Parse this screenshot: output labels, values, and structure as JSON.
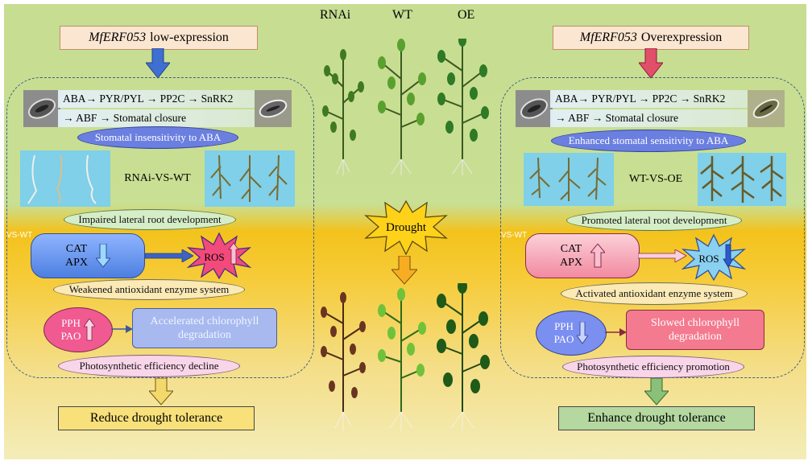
{
  "columns": {
    "rnai": "RNAi",
    "wt": "WT",
    "oe": "OE"
  },
  "drought": "Drought",
  "left": {
    "title_gene": "MfERF053",
    "title_rest": "low-expression",
    "pathway_line1": "ABA→ PYR/PYL → PP2C → SnRK2",
    "pathway_line2": "→ ABF → Stomatal closure",
    "stomatal": "Stomatal insensitivity to ABA",
    "root_compare": "RNAi-VS-WT",
    "root": "Impaired lateral root development",
    "vs_tag": "VS-WT",
    "enzyme_line1": "CAT",
    "enzyme_line2": "APX",
    "ros": "ROS",
    "antioxidant": "Weakened antioxidant enzyme system",
    "pph": "PPH",
    "pao": "PAO",
    "chlorophyll": "Accelerated chlorophyll degradation",
    "photo": "Photosynthetic efficiency decline",
    "result": "Reduce drought tolerance"
  },
  "right": {
    "title_gene": "MfERF053",
    "title_rest": "Overexpression",
    "pathway_line1": "ABA→ PYR/PYL → PP2C → SnRK2",
    "pathway_line2": "→ ABF → Stomatal closure",
    "stomatal": "Enhanced stomatal sensitivity to ABA",
    "root_compare": "WT-VS-OE",
    "root": "Promoted lateral root development",
    "vs_tag": "VS-WT",
    "enzyme_line1": "CAT",
    "enzyme_line2": "APX",
    "ros": "ROS",
    "antioxidant": "Activated antioxidant enzyme system",
    "pph": "PPH",
    "pao": "PAO",
    "chlorophyll": "Slowed chlorophyll degradation",
    "photo": "Photosynthetic efficiency promotion",
    "result": "Enhance drought tolerance"
  },
  "colors": {
    "accent_blue": "#6b7fe0",
    "result_left": "#f8e07a",
    "result_right": "#b4d8a0",
    "down_arrow_blue": "#3f6fd0",
    "up_arrow_red": "#e0506a"
  }
}
